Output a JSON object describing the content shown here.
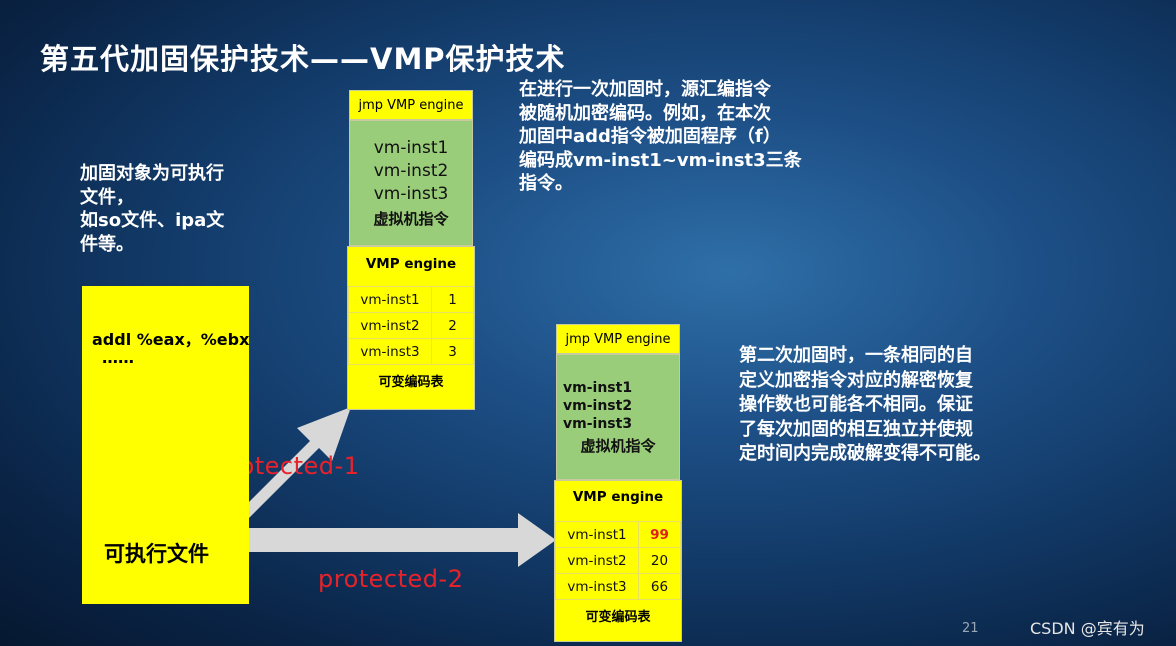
{
  "title": "第五代加固保护技术——VMP保护技术",
  "left_note": [
    "加固对象为可执行",
    "文件，",
    "如so文件、ipa文",
    "件等。"
  ],
  "exe": {
    "code_line1": "addl %eax，%ebx",
    "code_line2": "……",
    "label": "可执行文件"
  },
  "top_note": [
    "在进行一次加固时，源汇编指令",
    "被随机加密编码。例如，在本次",
    "加固中add指令被加固程序（f）",
    "编码成vm-inst1~vm-inst3三条",
    "指令。"
  ],
  "right_note": [
    "第二次加固时，一条相同的自",
    "定义加密指令对应的解密恢复",
    "操作数也可能各不相同。保证",
    "了每次加固的相互独立并使规",
    "定时间内完成破解变得不可能。"
  ],
  "stack1": {
    "jmp": "jmp VMP engine",
    "vm_insts": [
      "vm-inst1",
      "vm-inst2",
      "vm-inst3"
    ],
    "vm_caption": "虚拟机指令",
    "engine": "VMP engine",
    "rows": [
      [
        "vm-inst1",
        "1"
      ],
      [
        "vm-inst2",
        "2"
      ],
      [
        "vm-inst3",
        "3"
      ]
    ],
    "table_caption": "可变编码表"
  },
  "stack2": {
    "jmp": "jmp VMP engine",
    "vm_insts": [
      "vm-inst1",
      "vm-inst2",
      "vm-inst3"
    ],
    "vm_caption": "虚拟机指令",
    "engine": "VMP engine",
    "rows": [
      [
        "vm-inst1",
        "99"
      ],
      [
        "vm-inst2",
        "20"
      ],
      [
        "vm-inst3",
        "66"
      ]
    ],
    "table_caption": "可变编码表"
  },
  "arrows": {
    "label1": "protected-1",
    "label2": "protected-2"
  },
  "footer": {
    "page": "21",
    "watermark": "CSDN @宾有为"
  },
  "colors": {
    "yellow": "#ffff00",
    "green": "#9acd7a",
    "red_label": "#e8222a",
    "arrow": "#d8d8d8"
  }
}
